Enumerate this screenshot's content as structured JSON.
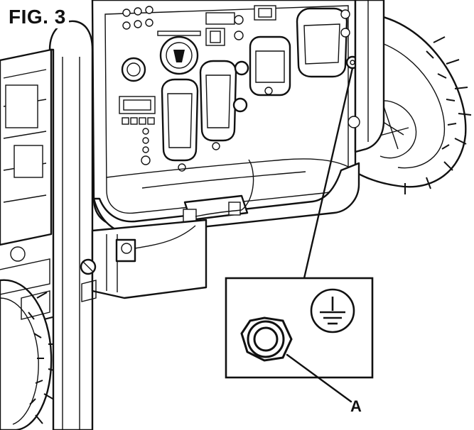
{
  "figure": {
    "title": "FIG. 3",
    "callout_label": "A"
  },
  "icons": {
    "ground_symbol": "ground-terminal-symbol",
    "ground_nut": "hex-nut-icon"
  },
  "colors": {
    "line": "#111111",
    "background": "#ffffff"
  }
}
